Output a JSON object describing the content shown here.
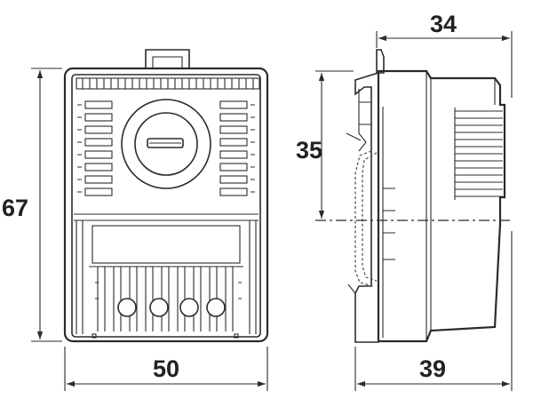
{
  "drawing": {
    "dimensions": {
      "front_height": "67",
      "front_width": "50",
      "side_depth_top": "34",
      "side_depth_bottom": "39",
      "rail_height": "35"
    }
  }
}
